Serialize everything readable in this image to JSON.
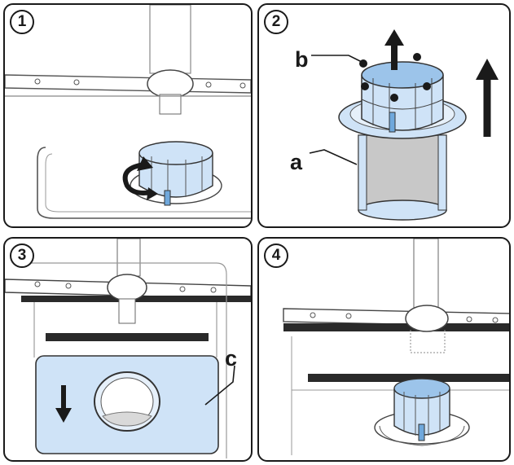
{
  "steps": [
    {
      "number": "1"
    },
    {
      "number": "2",
      "labels": {
        "b": "b",
        "a": "a"
      }
    },
    {
      "number": "3",
      "labels": {
        "c": "c"
      }
    },
    {
      "number": "4"
    }
  ],
  "colors": {
    "outline": "#1a1a1a",
    "filter_blue": "#cfe3f7",
    "filter_blue_dark": "#9cc4ea",
    "mesh_gray": "#c8c8c8",
    "line_gray": "#9a9a9a"
  }
}
